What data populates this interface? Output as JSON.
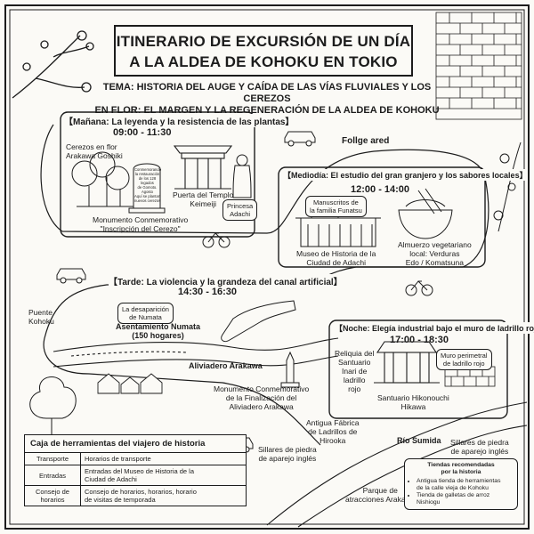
{
  "title": {
    "line1": "ITINERARIO DE EXCURSIÓN DE UN DÍA",
    "line2": "A LA ALDEA DE KOHOKU EN TOKIO"
  },
  "theme": {
    "line1": "TEMA: HISTORIA DEL AUGE Y CAÍDA DE LAS VÍAS FLUVIALES Y LOS CEREZOS",
    "line2": "EN FLOR: EL MARGEN Y LA REGENERACIÓN DE LA ALDEA DE KOHOKU"
  },
  "route_label": "Follge ared",
  "morning": {
    "title": "【Mañana: La leyenda y la resistencia de las plantas】",
    "time": "09:00 - 11:30",
    "cherry_trees": "Cerezos en flor\nArakawa Goshiki",
    "stone_text": "Conmemorando\nla restauración\nde los 128\nlegados\nde Gomoto.\nAgosto\nAquí se plantan\nnuevos cerezos",
    "monument": "Monumento Conmemorativo\n\"Inscripción del Cerezo\"",
    "gate": "Puerta del Templo\nKeimeiji",
    "princess": "Princesa\nAdachi"
  },
  "midday": {
    "title": "【Mediodía: El estudio del gran granjero y los sabores locales】",
    "time": "12:00 - 14:00",
    "manuscripts": "Manuscritos de\nla familia Funatsu",
    "museum": "Museo de Historia de la\nCiudad de Adachi",
    "lunch": "Almuerzo vegetariano\nlocal: Verduras\nEdo / Komatsuna"
  },
  "afternoon": {
    "title": "【Tarde: La violencia y la grandeza del canal artificial】",
    "time": "14:30 - 16:30",
    "disappearance": "La desaparición\nde Numata",
    "settlement": "Asentamiento Numata\n(150 hogares)",
    "spillway": "Aliviadero Arakawa",
    "monument": "Monumento Conmemorativo\nde la Finalización del\nAliviadero Arakawa",
    "bridge": "Puente\nKohoku"
  },
  "night": {
    "title": "【Noche: Elegía industrial bajo el muro de ladrillo rojo】",
    "time": "17:00 - 18:30",
    "relic": "Reliquia del\nSantuario\nInari de\nladrillo\nrojo",
    "wall": "Muro perimetral\nde ladrillo rojo",
    "shrine": "Santuario Hikonouchi\nHikawa",
    "factory": "Antigua Fábrica\nde Ladrillos de\nHirooka",
    "river": "Río Sumida"
  },
  "map_labels": {
    "ashlar_left": "Sillares de piedra\nde aparejo inglés",
    "ashlar_right": "Sillares de piedra\nde aparejo inglés",
    "park": "Parque de\natracciones Arakawa"
  },
  "toolbox": {
    "title": "Caja de herramientas del viajero de historia",
    "rows": [
      {
        "key": "Transporte",
        "value": "Horarios de transporte"
      },
      {
        "key": "Entradas",
        "value": "Entradas del Museo de Historia de la\nCiudad de Adachi"
      },
      {
        "key": "Consejo de\nhorarios",
        "value": "Consejo de horarios, horarios, horario\nde visitas de temporada"
      }
    ]
  },
  "shops": {
    "title": "Tiendas recomendadas\npor la historia",
    "items": [
      "Antigua tienda de herramientas\nde la calle vieja de Kohoku",
      "Tienda de galletas de arroz\nNishiogu"
    ]
  }
}
